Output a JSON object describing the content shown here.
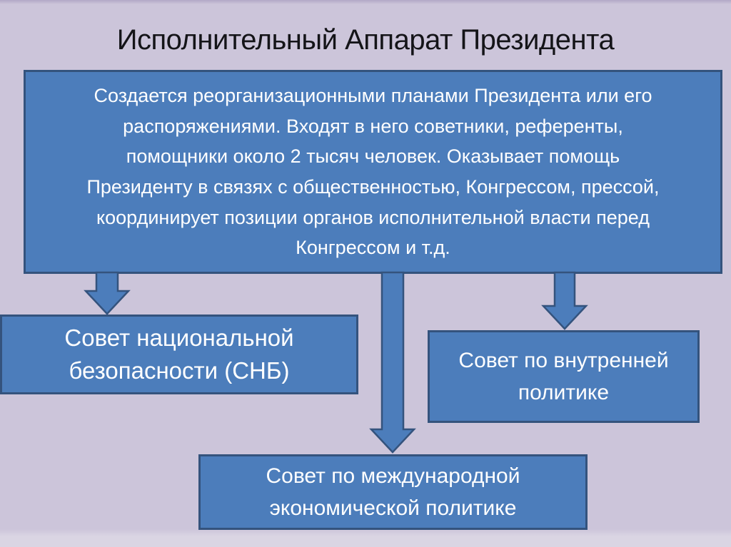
{
  "slide": {
    "title": "Исполнительный Аппарат Президента",
    "main_box": {
      "text": "Создается реорганизационными планами Президента или его\nраспоряжениями. Входят в него советники, референты,\nпомощники около 2 тысяч человек.  Оказывает помощь\nПрезиденту в связях с общественностью, Конгрессом, прессой,\nкоординирует позиции органов исполнительной власти перед\nКонгрессом и т.д."
    },
    "boxes": {
      "snb": {
        "label": "Совет национальной\nбезопасности (СНБ)"
      },
      "domestic": {
        "label": "Совет по внутренней\nполитике"
      },
      "international": {
        "label": "Совет по международной\nэкономической политике"
      }
    }
  },
  "colors": {
    "background": "#ccc5da",
    "box_fill": "#4c7dbb",
    "box_border": "#34537d",
    "box_text": "#ffffff",
    "title_text": "#141418"
  }
}
